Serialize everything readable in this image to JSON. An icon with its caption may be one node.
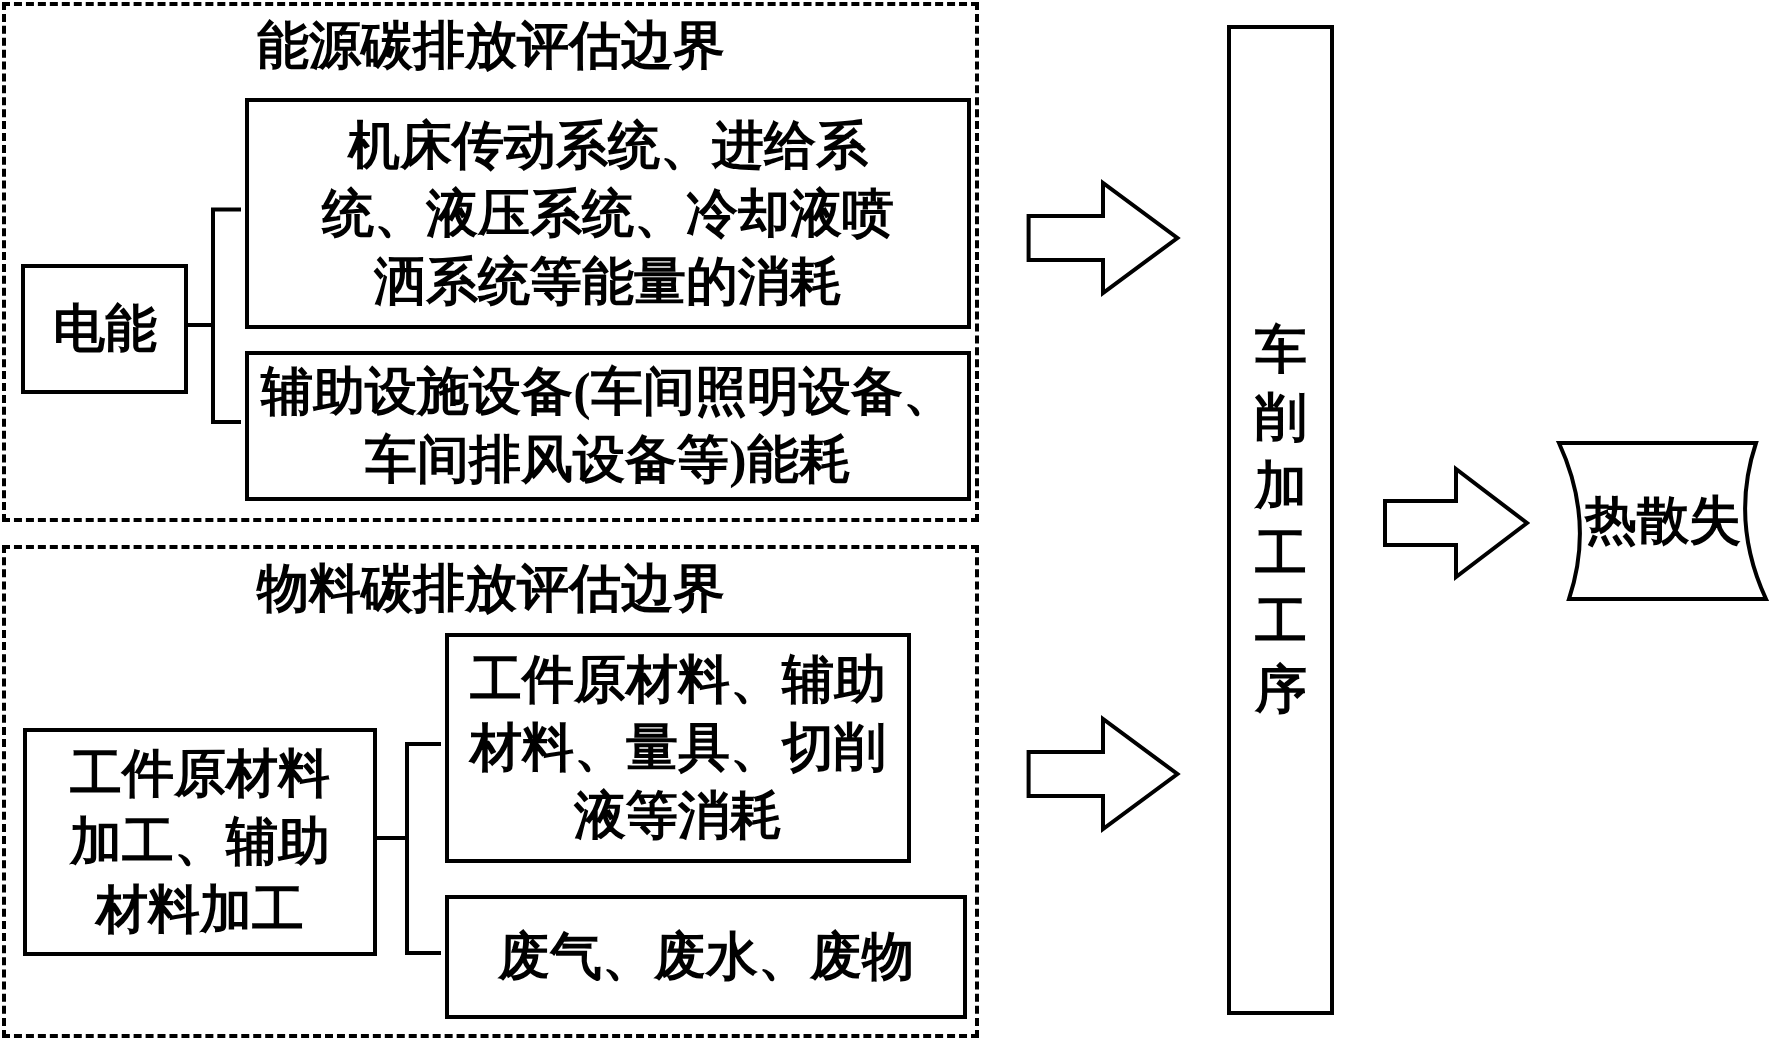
{
  "diagram": {
    "nodes": [
      {
        "text": [
          "能源碳排放评估边界"
        ]
      },
      {
        "text": [
          "电能"
        ],
        "in": 0
      },
      {
        "text": [
          "机床传动系统、进给系统、液压系统、冷却液喷洒系统等能量的消耗"
        ],
        "in": 0
      },
      {
        "text": [
          "辅助设施设备(车间照明设备、车间排风设备等)能耗"
        ],
        "in": 0
      },
      {
        "text": [
          "物料碳排放评估边界"
        ]
      },
      {
        "text": [
          "工件原材料加工、辅助材料加工"
        ],
        "in": 4
      },
      {
        "text": [
          "工件原材料、辅助材料、量具、切削液等消耗"
        ],
        "in": 4
      },
      {
        "text": [
          "废气、废水、废物"
        ],
        "in": 4
      },
      {
        "text": [
          "车削加工工序"
        ]
      },
      {
        "text": [
          "热散失"
        ]
      }
    ],
    "edges": [
      {
        "from": 1,
        "to": 2,
        "arrow": "none"
      },
      {
        "from": 1,
        "to": 3,
        "arrow": "none"
      },
      {
        "from": 5,
        "to": 6,
        "arrow": "none"
      },
      {
        "from": 5,
        "to": 7,
        "arrow": "none"
      },
      {
        "from": 0,
        "to": 8,
        "arrow": "to"
      },
      {
        "from": 4,
        "to": 8,
        "arrow": "to"
      },
      {
        "from": 8,
        "to": 9,
        "arrow": "to"
      }
    ]
  }
}
